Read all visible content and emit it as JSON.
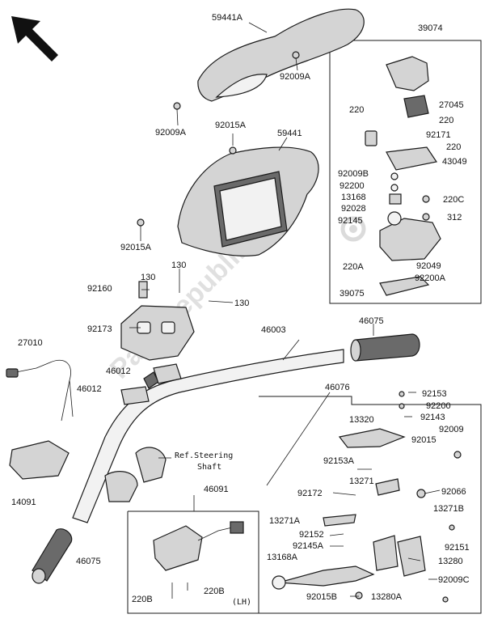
{
  "watermark": "PartsRepublik",
  "reference_note": {
    "line1": "Ref.Steering",
    "line2": "Shaft"
  },
  "lh_note": "(LH)",
  "icons": {
    "direction_arrow": "arrow-up-left-icon",
    "gear_logo": "gear-icon"
  },
  "labels": {
    "p59441A": "59441A",
    "p92009A_r": "92009A",
    "p92009A_l": "92009A",
    "p92015A_t": "92015A",
    "p59441": "59441",
    "p92015A_b": "92015A",
    "p39074": "39074",
    "p220_a": "220",
    "p27045": "27045",
    "p220_b": "220",
    "p92171": "92171",
    "p220_c": "220",
    "p43049": "43049",
    "p92009B": "92009B",
    "p92200": "92200",
    "p13168": "13168",
    "p92028": "92028",
    "p92145": "92145",
    "p220C": "220C",
    "p312": "312",
    "p220A": "220A",
    "p92049": "92049",
    "p92200A": "92200A",
    "p39075": "39075",
    "p130_a": "130",
    "p130_b": "130",
    "p92160": "92160",
    "p92173": "92173",
    "p27010": "27010",
    "p46003": "46003",
    "p46075_r": "46075",
    "p46012_a": "46012",
    "p46012_b": "46012",
    "p46076": "46076",
    "p92153": "92153",
    "p92200_b": "92200",
    "p92143": "92143",
    "p13320": "13320",
    "p92009": "92009",
    "p92015": "92015",
    "p92153A": "92153A",
    "p13271": "13271",
    "p92172": "92172",
    "p92066": "92066",
    "p13271A": "13271A",
    "p13271B": "13271B",
    "p92152": "92152",
    "p92145A": "92145A",
    "p92151": "92151",
    "p13168A": "13168A",
    "p13280": "13280",
    "p92015B": "92015B",
    "p13280A": "13280A",
    "p92009C": "92009C",
    "p14091": "14091",
    "p46075_l": "46075",
    "p46091": "46091",
    "p220B_a": "220B",
    "p220B_b": "220B"
  }
}
